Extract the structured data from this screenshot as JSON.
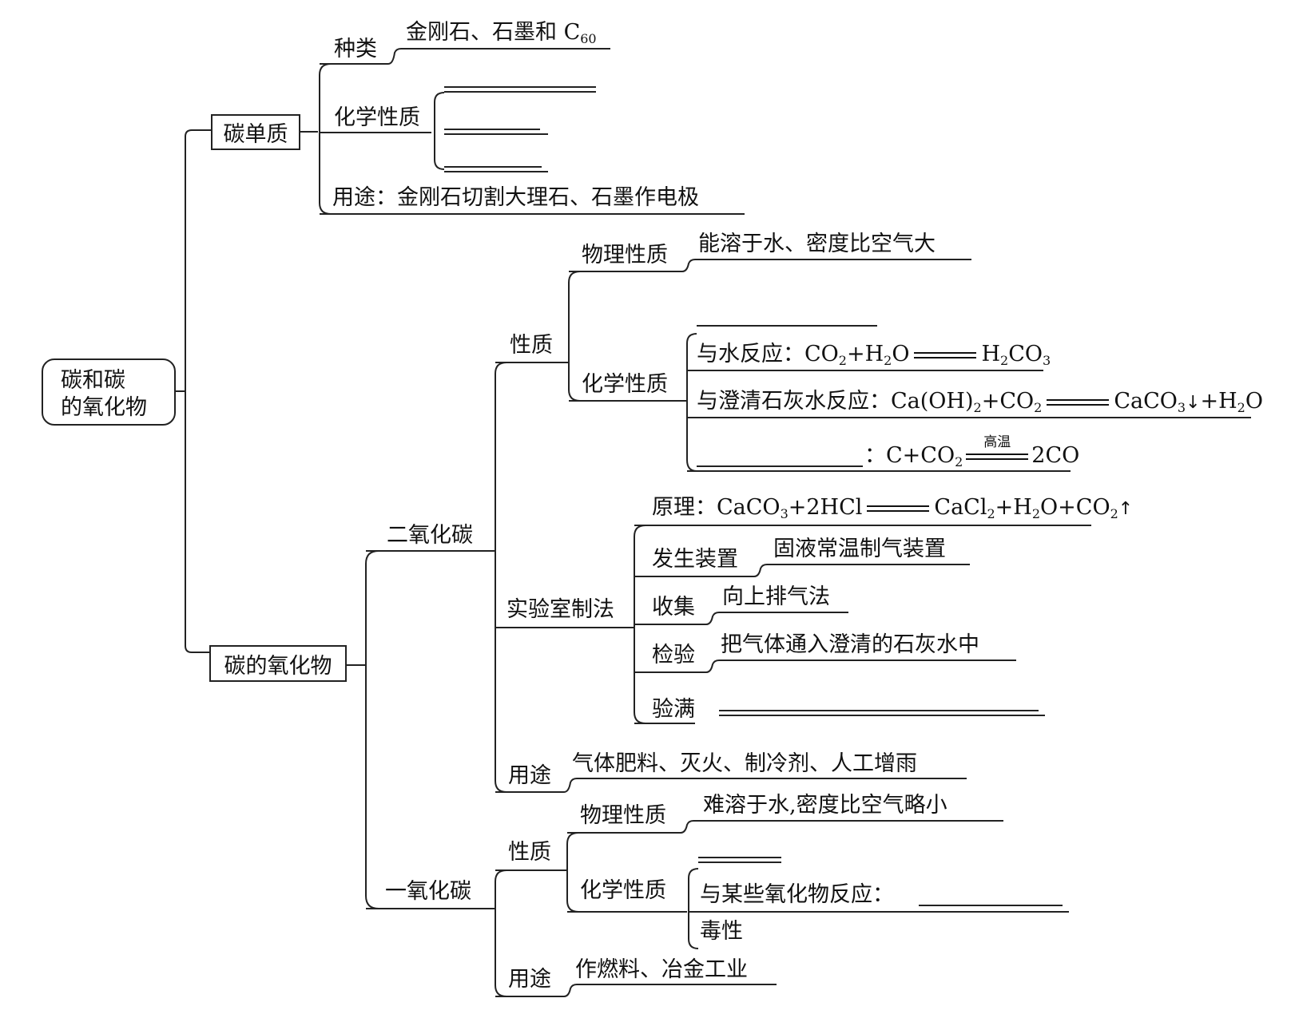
{
  "root": {
    "line1": "碳和碳",
    "line2": "的氧化物"
  },
  "carbon_element": {
    "title": "碳单质",
    "kinds_label": "种类",
    "kinds_value_pre": "金刚石、石墨和 C",
    "kinds_value_sub": "60",
    "chem_label": "化学性质",
    "use_label": "用途：",
    "use_value": "金刚石切割大理石、石墨作电极"
  },
  "carbon_oxides": {
    "title": "碳的氧化物",
    "co2": {
      "title": "二氧化碳",
      "properties_label": "性质",
      "physical_label": "物理性质",
      "physical_value": "能溶于水、密度比空气大",
      "chemical_label": "化学性质",
      "water_label": "与水反应：",
      "water_eq": {
        "r1": "CO",
        "r1_sub": "2",
        "plus": "+",
        "r2": "H",
        "r2_sub": "2",
        "r2_end": "O",
        "p1": "H",
        "p1_sub": "2",
        "p1_mid": "CO",
        "p1_sub2": "3"
      },
      "lime_label": "与澄清石灰水反应：",
      "lime_eq": {
        "r1": "Ca(OH)",
        "r1_sub": "2",
        "plus": "+",
        "r2": "CO",
        "r2_sub": "2",
        "p1": "CaCO",
        "p1_sub": "3",
        "arrow": "↓",
        "plus2": "+",
        "p2": "H",
        "p2_sub": "2",
        "p2_end": "O"
      },
      "carbon_eq": {
        "colon": "：",
        "r1": "C",
        "plus": "+",
        "r2": "CO",
        "r2_sub": "2",
        "condition": "高温",
        "p1": "2CO"
      },
      "lab_label": "实验室制法",
      "principle_label": "原理：",
      "principle_eq": {
        "r1": "CaCO",
        "r1_sub": "3",
        "plus": "+",
        "r2": "2HCl",
        "p1": "CaCl",
        "p1_sub": "2",
        "plus2": "+",
        "p2": "H",
        "p2_sub": "2",
        "p2_end": "O",
        "plus3": "+",
        "p3": "CO",
        "p3_sub": "2",
        "arrow": "↑"
      },
      "generator_label": "发生装置",
      "generator_value": "固液常温制气装置",
      "collect_label": "收集",
      "collect_value": "向上排气法",
      "test_label": "检验",
      "test_value": "把气体通入澄清的石灰水中",
      "full_label": "验满",
      "use_label": "用途",
      "use_value": "气体肥料、灭火、制冷剂、人工增雨"
    },
    "co": {
      "title": "一氧化碳",
      "properties_label": "性质",
      "physical_label": "物理性质",
      "physical_value": "难溶于水,密度比空气略小",
      "chemical_label": "化学性质",
      "oxide_label": "与某些氧化物反应：",
      "toxic_label": "毒性",
      "use_label": "用途",
      "use_value": "作燃料、冶金工业"
    }
  }
}
